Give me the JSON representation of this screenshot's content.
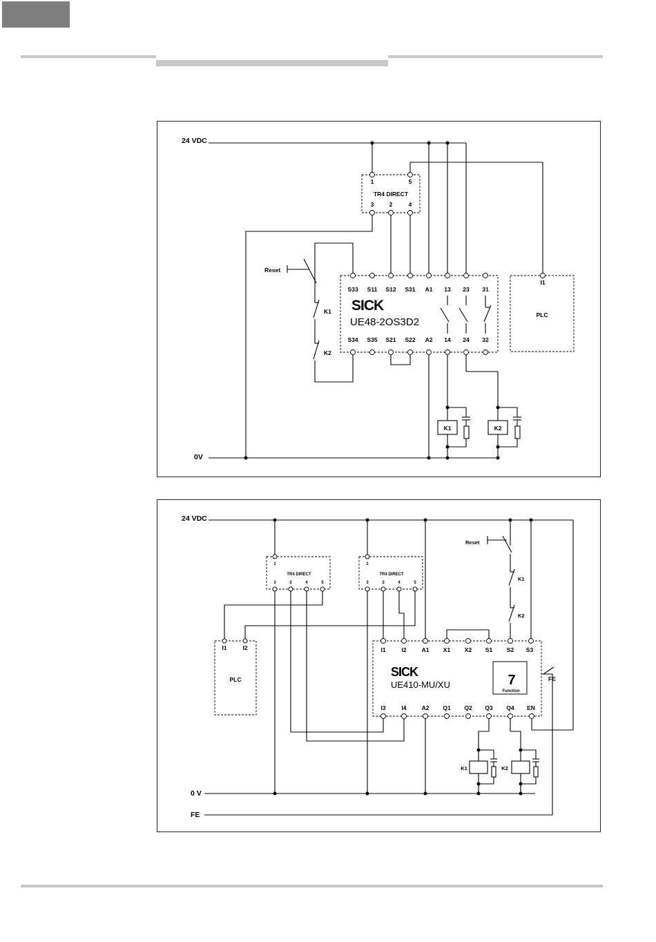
{
  "diagram1": {
    "rail_24v": "24 VDC",
    "rail_0v": "0V",
    "tr4": {
      "label": "TR4 DIRECT",
      "top_pins": [
        "1",
        "5"
      ],
      "bottom_pins": [
        "3",
        "2",
        "4"
      ]
    },
    "reset_label": "Reset",
    "k1": "K1",
    "k2": "K2",
    "relay": {
      "brand": "SICK",
      "model": "UE48-2OS3D2",
      "top_terminals": [
        "S33",
        "S11",
        "S12",
        "S31",
        "A1",
        "13",
        "23",
        "31"
      ],
      "bottom_terminals": [
        "S34",
        "S35",
        "S21",
        "S22",
        "A2",
        "14",
        "24",
        "32"
      ]
    },
    "plc": {
      "label": "PLC",
      "input": "I1"
    }
  },
  "diagram2": {
    "rail_24v": "24 VDC",
    "rail_0v": "0 V",
    "rail_fe": "FE",
    "tr4_a": {
      "label": "TR4 DIRECT",
      "top_pin": "1",
      "bottom_pins": [
        "3",
        "2",
        "4",
        "5"
      ]
    },
    "tr4_b": {
      "label": "TR4 DIRECT",
      "top_pin": "1",
      "bottom_pins": [
        "3",
        "2",
        "4",
        "5"
      ]
    },
    "reset_label": "Reset",
    "k1": "K1",
    "k2": "K2",
    "plc": {
      "label": "PLC",
      "inputs": [
        "I1",
        "I2"
      ]
    },
    "relay": {
      "brand": "SICK",
      "model": "UE410-MU/XU",
      "function_number": "7",
      "function_label": "Function",
      "fe_label": "FE",
      "top_terminals": [
        "I1",
        "I2",
        "A1",
        "X1",
        "X2",
        "S1",
        "S2",
        "S3"
      ],
      "bottom_terminals": [
        "I3",
        "I4",
        "A2",
        "Q1",
        "Q2",
        "Q3",
        "Q4",
        "EN"
      ]
    }
  }
}
